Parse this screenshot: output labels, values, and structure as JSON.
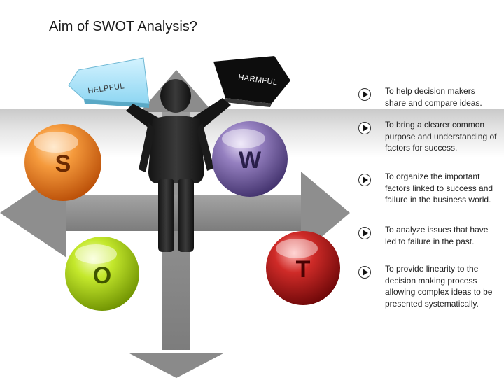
{
  "title": "Aim of SWOT Analysis?",
  "signs": {
    "helpful": "HELPFUL",
    "harmful": "HARMFUL"
  },
  "quadrants": [
    {
      "letter": "S",
      "color": "#e8701a"
    },
    {
      "letter": "W",
      "color": "#6f5a9c"
    },
    {
      "letter": "O",
      "color": "#a8cf12"
    },
    {
      "letter": "T",
      "color": "#b2181a"
    }
  ],
  "icons": {
    "bullet": "play-circle-icon",
    "figure": "person-figure-icon"
  },
  "aims": [
    "To help decision makers share and compare ideas.",
    "To bring a clearer common purpose and understanding of factors for success.",
    "To organize the important factors linked to success and failure in the business world.",
    "To analyze issues that have led to failure in the past.",
    "To provide linearity to the decision making process allowing complex ideas to be presented systematically."
  ]
}
